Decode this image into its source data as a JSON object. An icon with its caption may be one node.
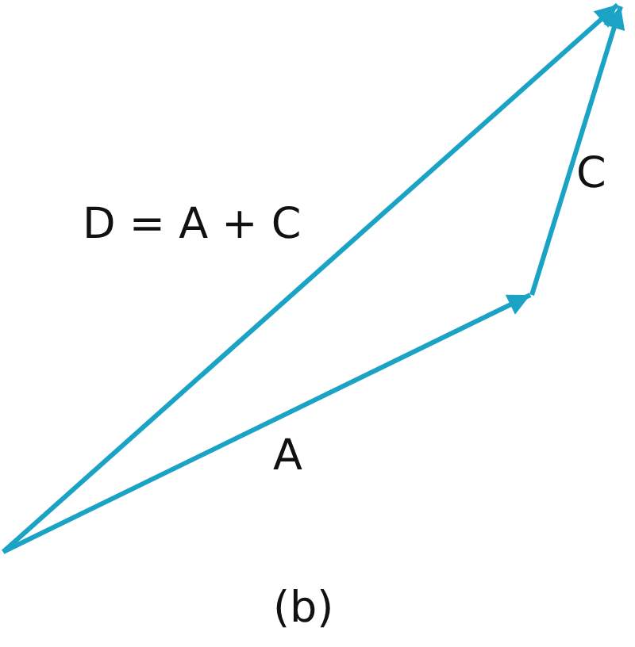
{
  "diagram": {
    "caption": "(b)",
    "labels": [
      "D = A + C",
      "C",
      "A"
    ]
  }
}
